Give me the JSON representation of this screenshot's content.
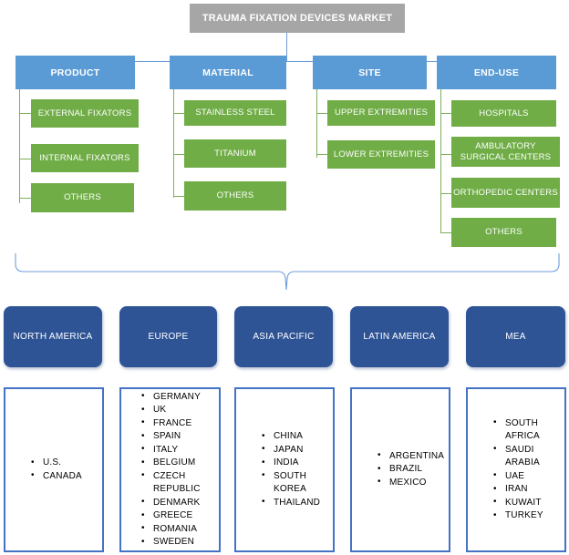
{
  "title": {
    "label": "TRAUMA FIXATION DEVICES MARKET",
    "color": "#a6a6a6"
  },
  "colors": {
    "segment_header": "#5b9bd5",
    "sub_item": "#70ad47",
    "region_header": "#2e5496",
    "country_border": "#4472c4",
    "connector_blue": "#6f9ddb",
    "connector_green": "#7cb05a"
  },
  "segments": [
    {
      "label": "PRODUCT",
      "items": [
        {
          "label": "EXTERNAL FIXATORS"
        },
        {
          "label": "INTERNAL FIXATORS"
        },
        {
          "label": "OTHERS"
        }
      ]
    },
    {
      "label": "MATERIAL",
      "items": [
        {
          "label": "STAINLESS STEEL"
        },
        {
          "label": "TITANIUM"
        },
        {
          "label": "OTHERS"
        }
      ]
    },
    {
      "label": "SITE",
      "items": [
        {
          "label": "UPPER EXTREMITIES"
        },
        {
          "label": "LOWER EXTREMITIES"
        }
      ]
    },
    {
      "label": "END-USE",
      "items": [
        {
          "label": "HOSPITALS"
        },
        {
          "label": "AMBULATORY SURGICAL CENTERS"
        },
        {
          "label": "ORTHOPEDIC CENTERS"
        },
        {
          "label": "OTHERS"
        }
      ]
    }
  ],
  "regions": [
    {
      "label": "NORTH AMERICA",
      "countries": [
        "U.S.",
        "CANADA"
      ]
    },
    {
      "label": "EUROPE",
      "countries": [
        "GERMANY",
        "UK",
        "FRANCE",
        "SPAIN",
        "ITALY",
        "BELGIUM",
        "CZECH REPUBLIC",
        "DENMARK",
        "GREECE",
        "ROMANIA",
        "SWEDEN"
      ]
    },
    {
      "label": "ASIA PACIFIC",
      "countries": [
        "CHINA",
        "JAPAN",
        "INDIA",
        "SOUTH KOREA",
        "THAILAND"
      ]
    },
    {
      "label": "LATIN AMERICA",
      "countries": [
        "ARGENTINA",
        "BRAZIL",
        "MEXICO"
      ]
    },
    {
      "label": "MEA",
      "countries": [
        "SOUTH AFRICA",
        "SAUDI ARABIA",
        "UAE",
        "IRAN",
        "KUWAIT",
        "TURKEY"
      ]
    }
  ]
}
